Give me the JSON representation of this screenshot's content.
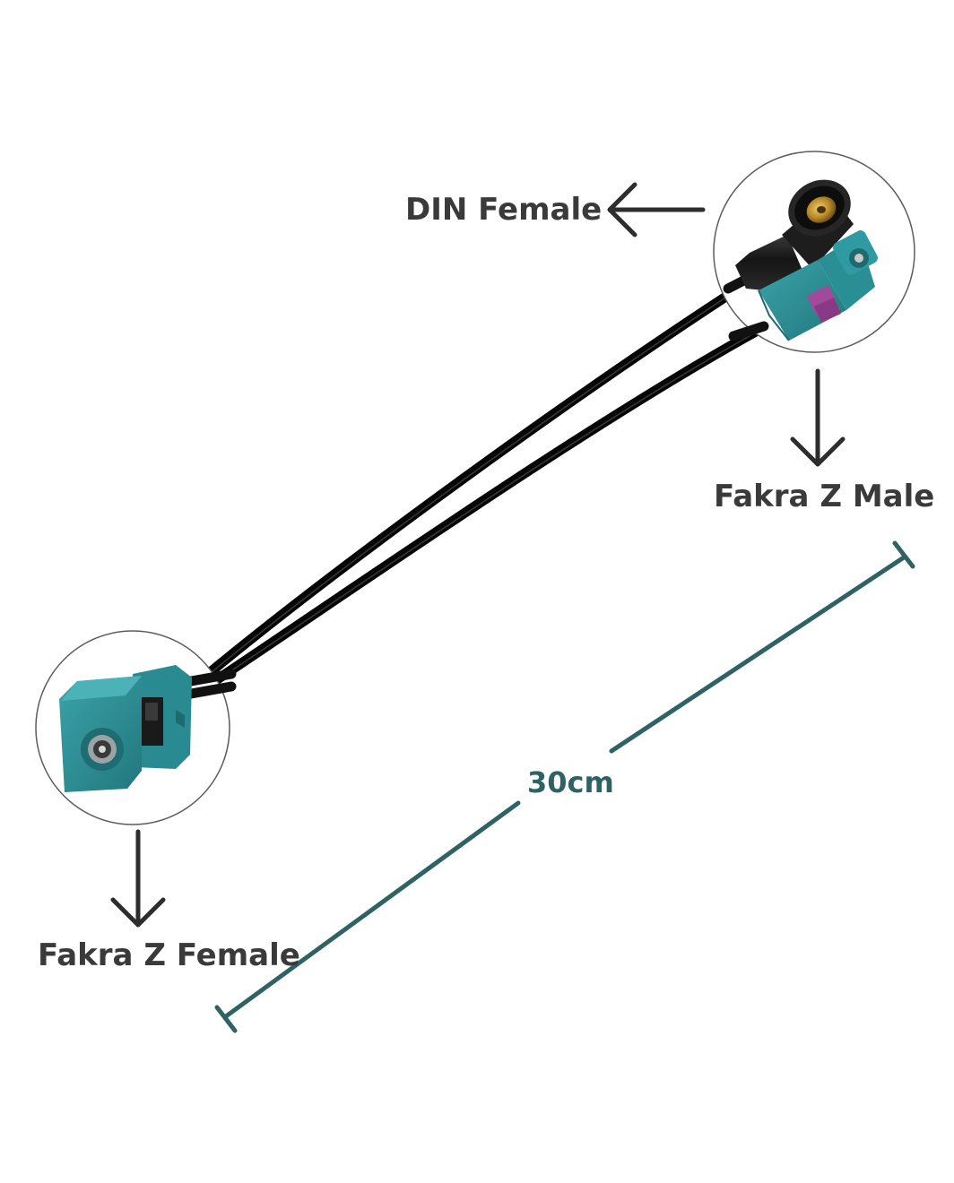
{
  "labels": {
    "din_female": "DIN Female",
    "fakra_z_male": "Fakra Z Male",
    "fakra_z_female": "Fakra Z Female",
    "length": "30cm"
  },
  "colors": {
    "background": "#ffffff",
    "label_text": "#3a3a3a",
    "dimension_line": "#2f6363",
    "fakra_z_housing": "#2d8d94",
    "fakra_z_coding_tab": "#a14a9a",
    "cable": "#111111",
    "din_pin": "#b98a2c"
  },
  "icons": {
    "din_arrow": "arrow-left-icon",
    "male_arrow": "arrow-down-icon",
    "female_arrow": "arrow-down-icon"
  }
}
